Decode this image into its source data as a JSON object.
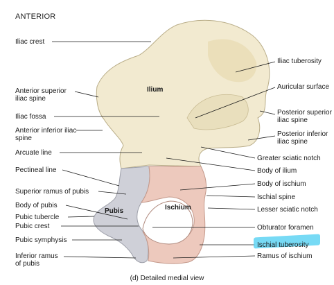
{
  "heading": "ANTERIOR",
  "caption": "(d) Detailed medial view",
  "regions": {
    "ilium": "Ilium",
    "pubis": "Pubis",
    "ischium": "Ischium"
  },
  "colors": {
    "ilium": "#f2ead0",
    "pubis": "#cfd0d8",
    "ischium": "#edc9bd",
    "highlight": "#5fd3f3",
    "leader": "#1a1a1a"
  },
  "labels_left": [
    "Iliac crest",
    "Anterior superior iliac spine",
    "Iliac fossa",
    "Anterior inferior iliac spine",
    "Arcuate line",
    "Pectineal line",
    "Superior ramus of pubis",
    "Body of pubis",
    "Pubic tubercle",
    "Pubic crest",
    "Pubic symphysis",
    "Inferior ramus of pubis"
  ],
  "labels_right": [
    "Iliac tuberosity",
    "Auricular surface",
    "Posterior superior iliac spine",
    "Posterior inferior iliac spine",
    "Greater sciatic notch",
    "Body of ilium",
    "Body of ischium",
    "Ischial spine",
    "Lesser sciatic notch",
    "Obturator foramen",
    "Ischial tuberosity",
    "Ramus of ischium"
  ]
}
